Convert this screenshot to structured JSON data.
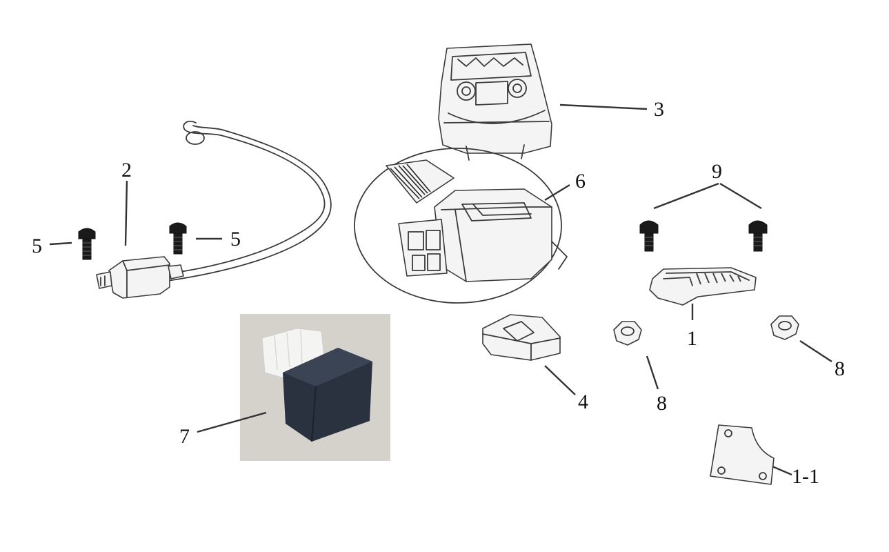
{
  "diagram": {
    "callouts": {
      "c1": "1",
      "c1_1": "1-1",
      "c2": "2",
      "c3": "3",
      "c4": "4",
      "c5a": "5",
      "c5b": "5",
      "c6": "6",
      "c7": "7",
      "c8a": "8",
      "c8b": "8",
      "c9": "9"
    },
    "parts": [
      {
        "name": "regulator-rectifier",
        "icon": "rectifier-icon"
      },
      {
        "name": "mount-plate",
        "icon": "plate-icon"
      },
      {
        "name": "ignition-coil",
        "icon": "ignition-coil-icon"
      },
      {
        "name": "starter-relay",
        "icon": "relay-icon"
      },
      {
        "name": "relay-cover",
        "icon": "cover-icon"
      },
      {
        "name": "screw",
        "icon": "screw-icon"
      },
      {
        "name": "connector-detail",
        "icon": "connector-icon"
      },
      {
        "name": "flasher-relay-photo",
        "icon": "photo-icon"
      },
      {
        "name": "nut",
        "icon": "nut-icon"
      },
      {
        "name": "bolt",
        "icon": "bolt-icon"
      }
    ]
  }
}
